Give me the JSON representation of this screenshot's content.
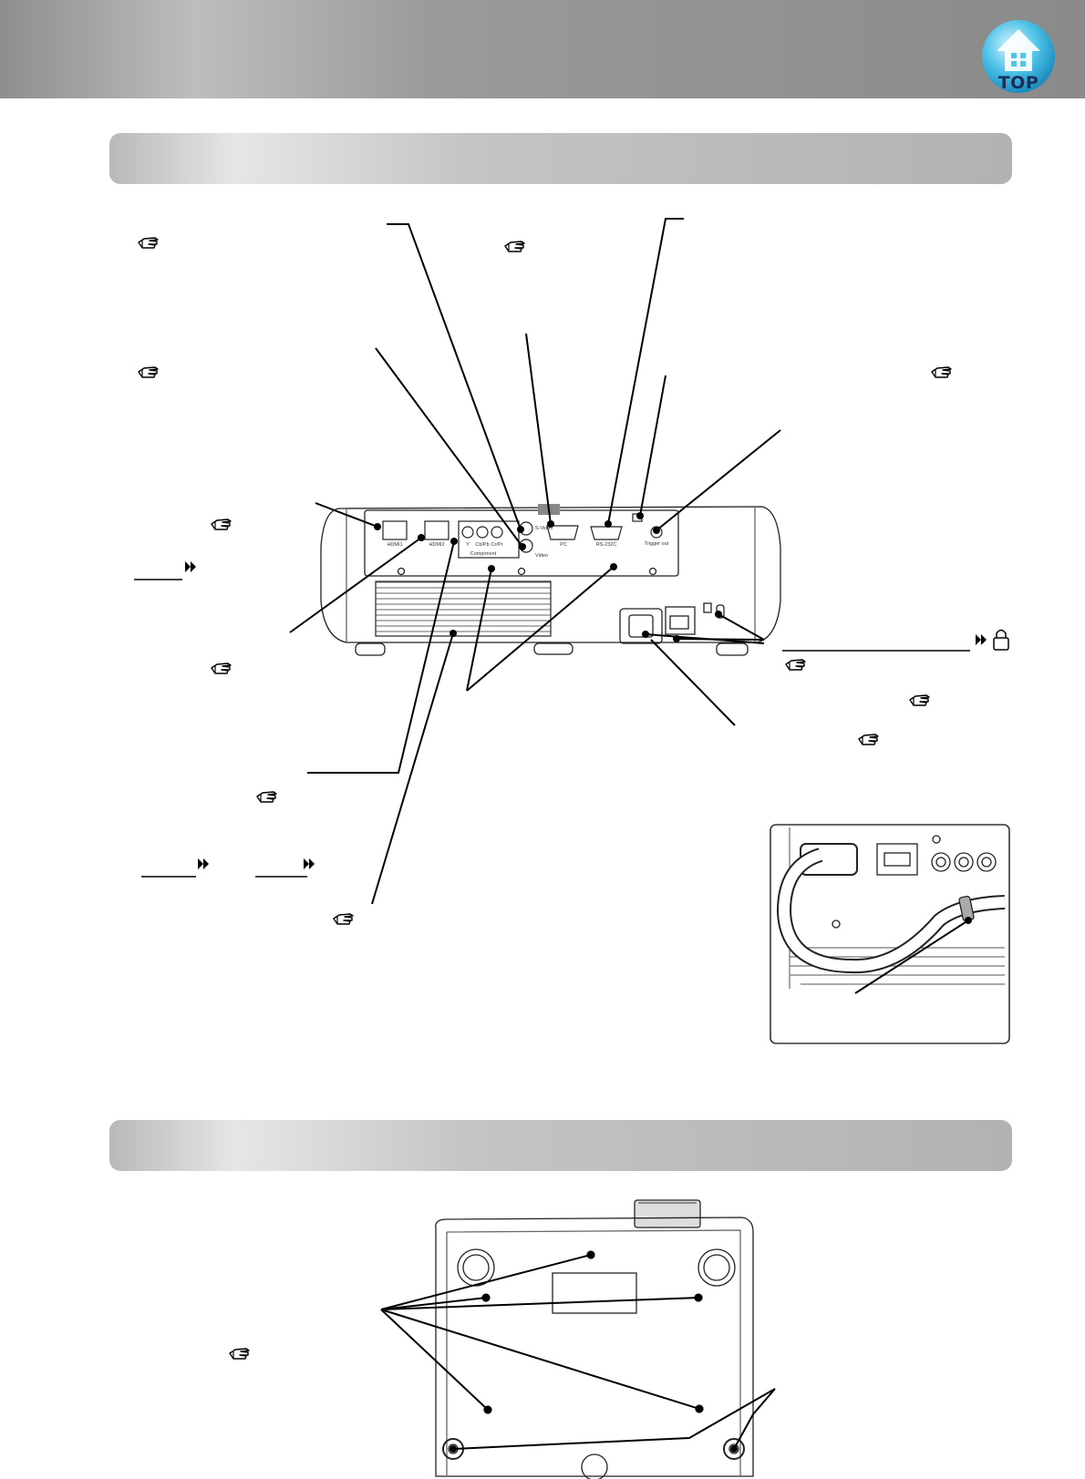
{
  "nav": {
    "top_label": "TOP"
  },
  "rear_panel": {
    "port_labels": {
      "hdmi1": "HDMI1",
      "hdmi2": "HDMI2",
      "y": "Y",
      "cb_pb": "Cb/Pb",
      "cr_pr": "Cr/Pr",
      "component": "Component",
      "s_video": "S-Video",
      "video": "Video",
      "pc": "PC",
      "rs232c": "RS-232C",
      "trigger_out": "Trigger out"
    }
  },
  "colors": {
    "header_gray": "#8e8e8e",
    "section_bar_gray": "#c4c4c4",
    "top_icon_cyan": "#4fc3e8",
    "top_label_navy": "#1a2f57"
  }
}
